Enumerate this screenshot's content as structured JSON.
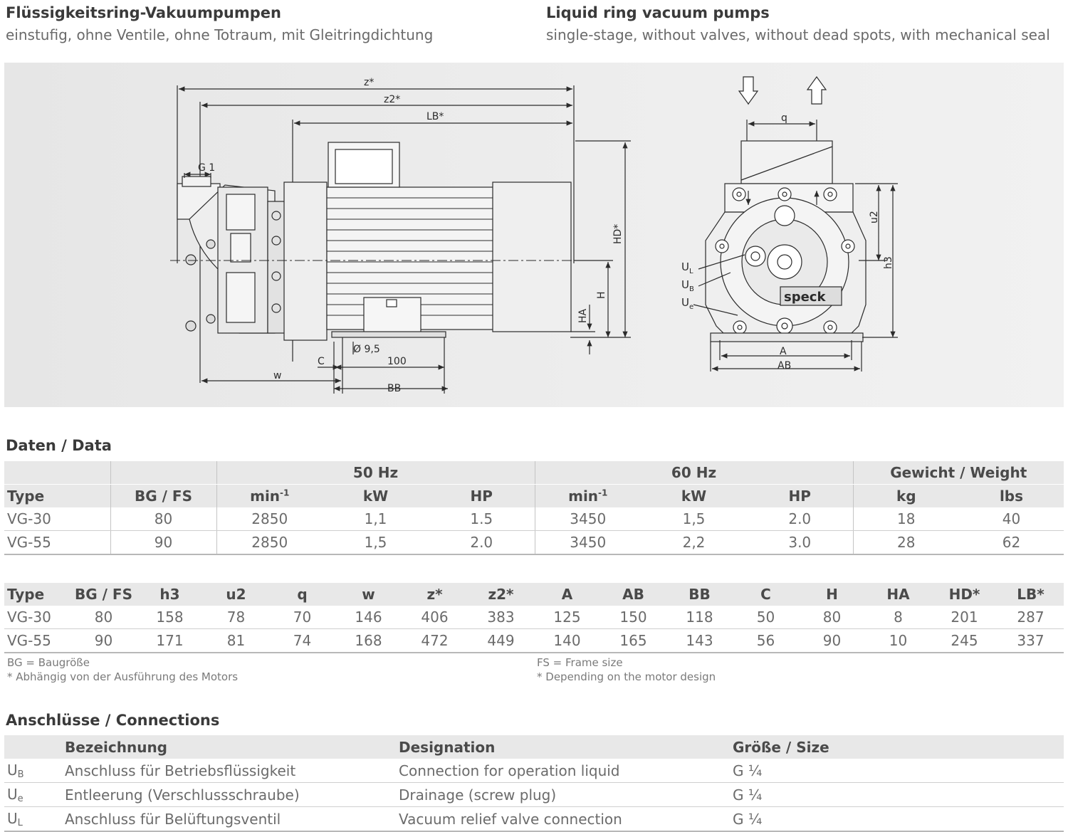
{
  "header": {
    "title_de": "Flüssigkeitsring-Vakuumpumpen",
    "subtitle_de": "einstufig, ohne Ventile, ohne Totraum, mit Gleitringdichtung",
    "title_en": "Liquid ring vacuum pumps",
    "subtitle_en": "single-stage, without valves, without dead spots, with mechanical seal"
  },
  "drawing": {
    "dims": {
      "z": "z*",
      "z2": "z2*",
      "lb": "LB*",
      "g1": "G 1",
      "hd": "HD*",
      "h": "H",
      "ha": "HA",
      "d95": "Ø 9,5",
      "c": "C",
      "d100": "100",
      "w": "w",
      "bb": "BB",
      "q": "q",
      "u2": "u2",
      "h3": "h3",
      "a": "A",
      "ab": "AB"
    },
    "ports": {
      "ul": "U",
      "ul_sub": "L",
      "ub": "U",
      "ub_sub": "B",
      "ue": "U",
      "ue_sub": "e"
    },
    "brand": "speck"
  },
  "data_section": {
    "title": "Daten / Data",
    "group_headers": {
      "hz50": "50 Hz",
      "hz60": "60 Hz",
      "weight": "Gewicht / Weight"
    },
    "columns": {
      "type": "Type",
      "bgfs": "BG / FS",
      "min50": "min",
      "min50_sup": "-1",
      "kw50": "kW",
      "hp50": "HP",
      "min60": "min",
      "min60_sup": "-1",
      "kw60": "kW",
      "hp60": "HP",
      "kg": "kg",
      "lbs": "lbs"
    },
    "rows": [
      {
        "type": "VG-30",
        "bgfs": "80",
        "min50": "2850",
        "kw50": "1,1",
        "hp50": "1.5",
        "min60": "3450",
        "kw60": "1,5",
        "hp60": "2.0",
        "kg": "18",
        "lbs": "40"
      },
      {
        "type": "VG-55",
        "bgfs": "90",
        "min50": "2850",
        "kw50": "1,5",
        "hp50": "2.0",
        "min60": "3450",
        "kw60": "2,2",
        "hp60": "3.0",
        "kg": "28",
        "lbs": "62"
      }
    ]
  },
  "dimensions_table": {
    "columns": [
      "Type",
      "BG / FS",
      "h3",
      "u2",
      "q",
      "w",
      "z*",
      "z2*",
      "A",
      "AB",
      "BB",
      "C",
      "H",
      "HA",
      "HD*",
      "LB*"
    ],
    "rows": [
      [
        "VG-30",
        "80",
        "158",
        "78",
        "70",
        "146",
        "406",
        "383",
        "125",
        "150",
        "118",
        "50",
        "80",
        "8",
        "201",
        "287"
      ],
      [
        "VG-55",
        "90",
        "171",
        "81",
        "74",
        "168",
        "472",
        "449",
        "140",
        "165",
        "143",
        "56",
        "90",
        "10",
        "245",
        "337"
      ]
    ]
  },
  "notes": {
    "left_1": "BG = Baugröße",
    "left_2": "* Abhängig von der Ausführung des Motors",
    "right_1": "FS = Frame size",
    "right_2": "* Depending on the motor design"
  },
  "connections": {
    "title": "Anschlüsse / Connections",
    "columns": {
      "sym": "",
      "bezeichnung": "Bezeichnung",
      "designation": "Designation",
      "size": "Größe / Size"
    },
    "rows": [
      {
        "sym": "U",
        "sym_sub": "B",
        "bezeichnung": "Anschluss für Betriebsflüssigkeit",
        "designation": "Connection for operation liquid",
        "size": "G ¼"
      },
      {
        "sym": "U",
        "sym_sub": "e",
        "bezeichnung": "Entleerung (Verschlussschraube)",
        "designation": "Drainage (screw plug)",
        "size": "G ¼"
      },
      {
        "sym": "U",
        "sym_sub": "L",
        "bezeichnung": "Anschluss für Belüftungsventil",
        "designation": "Vacuum relief valve connection",
        "size": "G ¼"
      }
    ]
  },
  "colors": {
    "line": "#3a3a3a",
    "band": "#e8e8e8",
    "text": "#6b6b6b"
  }
}
